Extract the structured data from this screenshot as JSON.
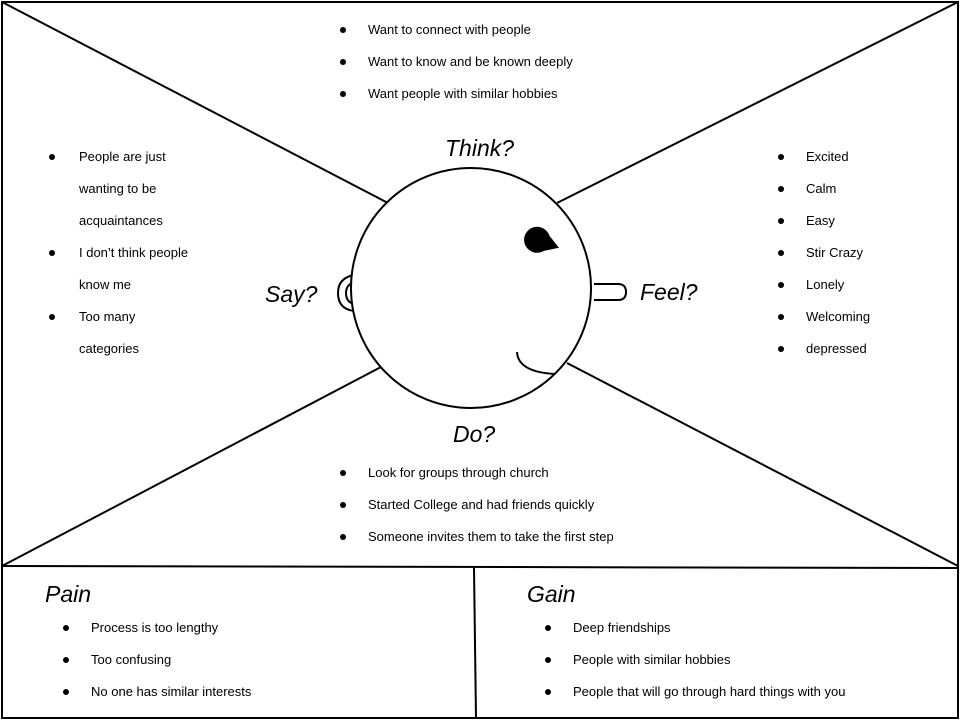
{
  "labels": {
    "think": "Think?",
    "say": "Say?",
    "feel": "Feel?",
    "do": "Do?"
  },
  "think_items": [
    "Want to connect with people",
    "Want to know and be known deeply",
    "Want people with similar hobbies"
  ],
  "say_items": [
    "People are just",
    "wanting to be",
    "acquaintances",
    "I don’t think people",
    "know me",
    "Too many",
    "categories"
  ],
  "feel_items": [
    "Excited",
    "Calm",
    "Easy",
    "Stir Crazy",
    "Lonely",
    "Welcoming",
    "depressed"
  ],
  "do_items": [
    "Look for groups through church",
    "Started College and had friends quickly",
    "Someone invites them to take the first step"
  ],
  "pain": {
    "title": "Pain",
    "items": [
      "Process is too lengthy",
      "Too confusing",
      "No one has similar interests"
    ]
  },
  "gain": {
    "title": "Gain",
    "items": [
      "Deep friendships",
      "People with similar hobbies",
      "People that will go through hard things with you"
    ]
  }
}
